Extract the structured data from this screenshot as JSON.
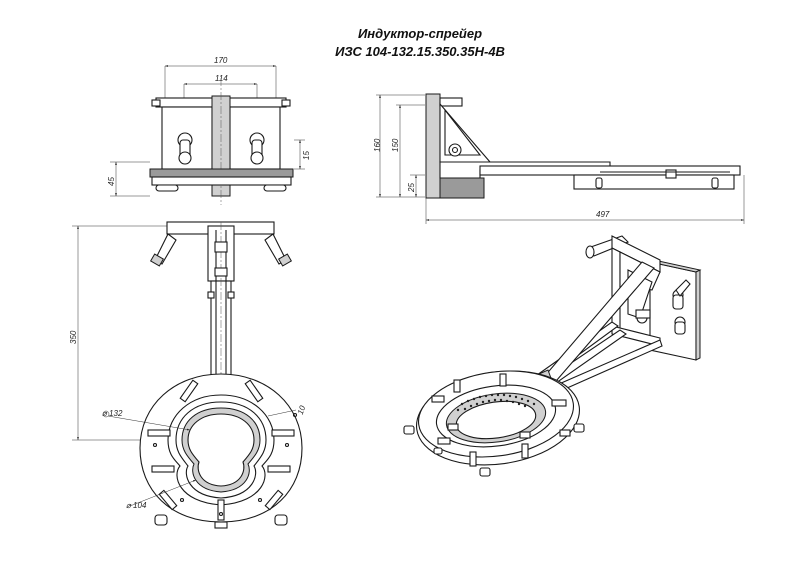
{
  "title": {
    "line1": "Индуктор-спрейер",
    "line2": "ИЗС 104-132.15.350.35Н-4В"
  },
  "dimensions": {
    "d170": "170",
    "d114": "114",
    "d45": "45",
    "d15": "15",
    "d160": "160",
    "d150": "150",
    "d25": "25",
    "d497": "497",
    "d350": "350",
    "d10": "10",
    "dia132": "⌀ 132",
    "dia104": "⌀ 104"
  }
}
